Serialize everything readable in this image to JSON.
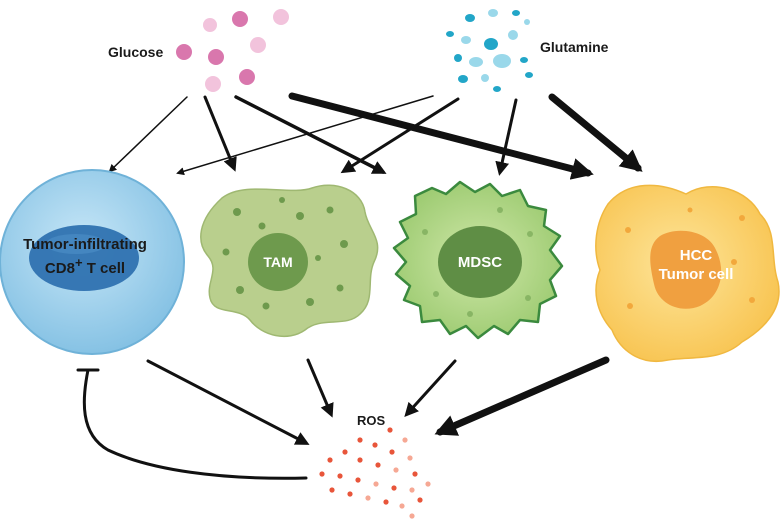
{
  "nutrients": {
    "glucose": "Glucose",
    "glutamine": "Glutamine"
  },
  "cells": {
    "tcell": {
      "line1": "Tumor-infiltrating",
      "line2_main": "CD8",
      "line2_sup": "+",
      "line2_rest": " T cell"
    },
    "tam": {
      "label": "TAM"
    },
    "mdsc": {
      "label": "MDSC"
    },
    "hcc": {
      "line1": "HCC",
      "line2": "Tumor cell"
    }
  },
  "ros": {
    "label": "ROS"
  },
  "colors": {
    "glucose_dot": "#d977ad",
    "glucose_dot_light": "#f2c3dc",
    "glutamine_dot": "#22a6c8",
    "glutamine_dot_light": "#9ad8ea",
    "ros_dot": "#e8553a",
    "ros_dot_light": "#f6a894",
    "tcell_outer": "#9dd0ec",
    "tcell_nucleus": "#2f72b0",
    "tam_body": "#b9cf8d",
    "tam_nucleus": "#6e9a4d",
    "mdsc_body": "#a9d283",
    "mdsc_nucleus": "#5f8e45",
    "hcc_body": "#fbd46b",
    "hcc_nucleus": "#f0a040"
  }
}
